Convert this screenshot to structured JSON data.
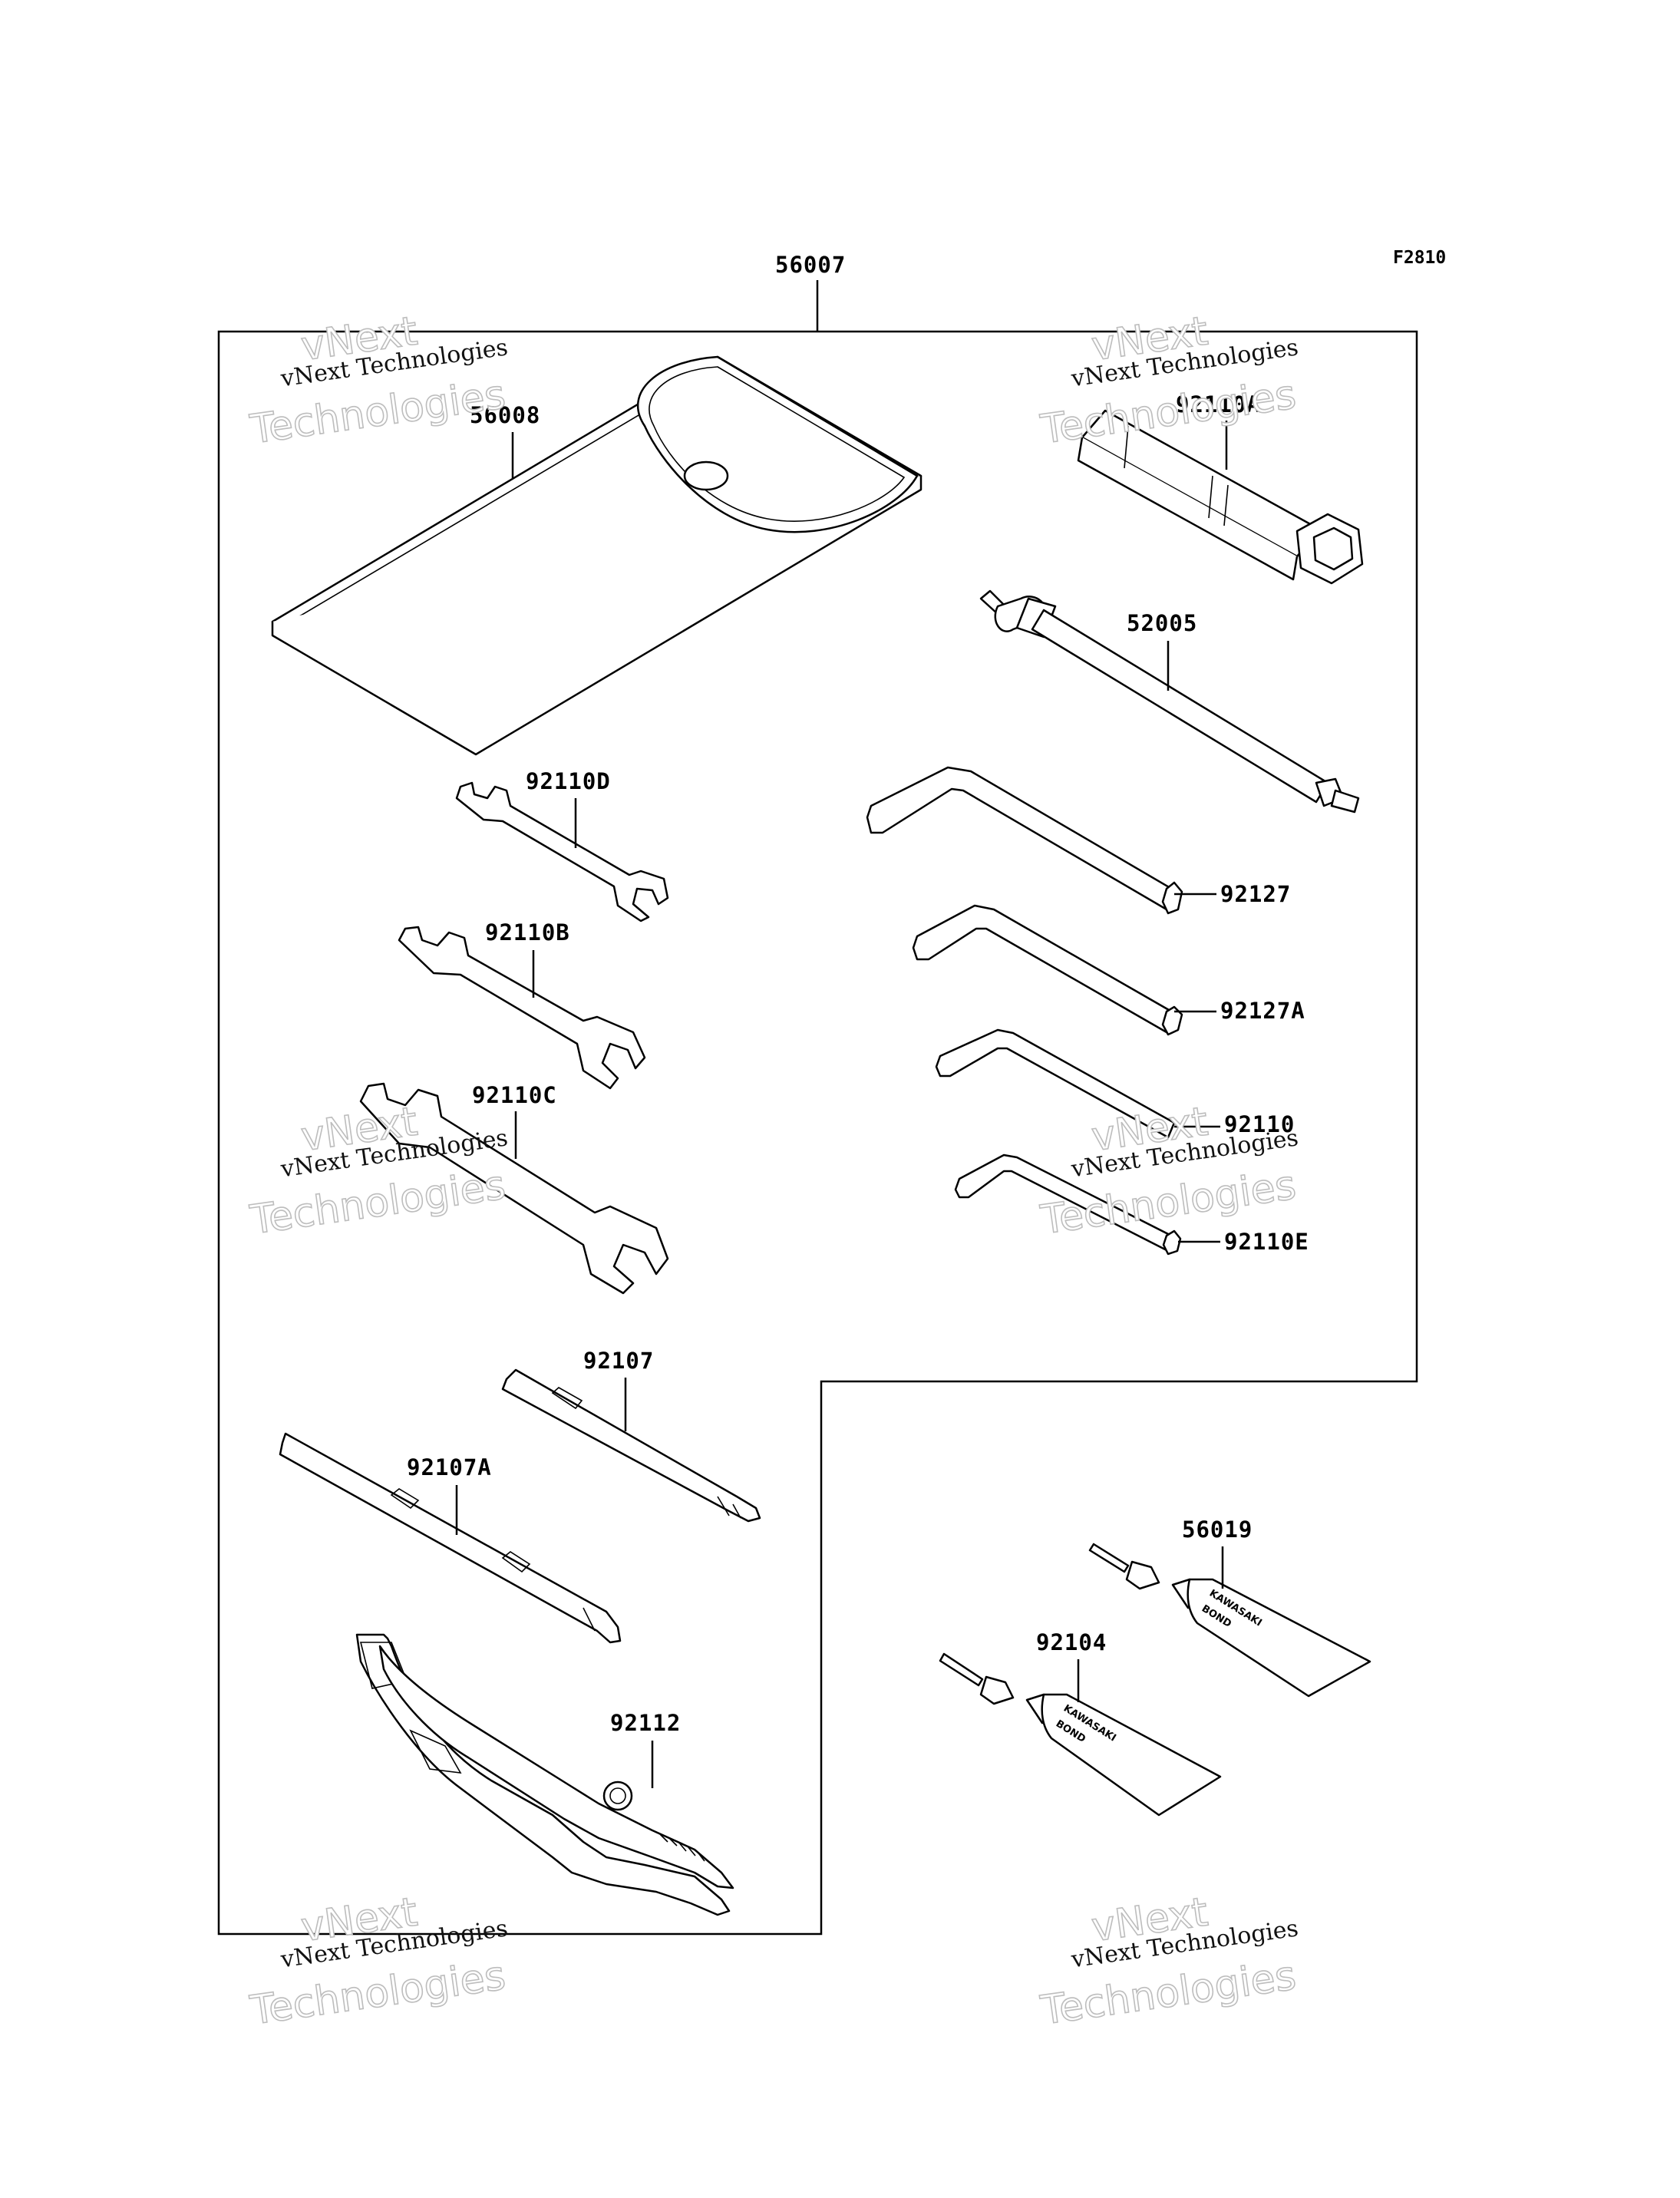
{
  "figure_id": "F2810",
  "assembly_label": "56007",
  "watermark": {
    "line1": "vNext",
    "line2": "vNext Technologies",
    "line3": "Technologies"
  },
  "parts": [
    {
      "id": "p-56008",
      "label": "56008",
      "name": "tool-bag"
    },
    {
      "id": "p-92110A",
      "label": "92110A",
      "name": "plug-wrench"
    },
    {
      "id": "p-52005",
      "label": "52005",
      "name": "screwdriver-extension"
    },
    {
      "id": "p-92110D",
      "label": "92110D",
      "name": "small-open-end-wrench"
    },
    {
      "id": "p-92110B",
      "label": "92110B",
      "name": "medium-open-end-wrench"
    },
    {
      "id": "p-92110C",
      "label": "92110C",
      "name": "large-open-end-wrench"
    },
    {
      "id": "p-92127",
      "label": "92127",
      "name": "large-hex-key"
    },
    {
      "id": "p-92127A",
      "label": "92127A",
      "name": "medium-hex-key"
    },
    {
      "id": "p-92110",
      "label": "92110",
      "name": "small-hex-key"
    },
    {
      "id": "p-92110E",
      "label": "92110E",
      "name": "smallest-hex-key"
    },
    {
      "id": "p-92107",
      "label": "92107",
      "name": "phillips-bit"
    },
    {
      "id": "p-92107A",
      "label": "92107A",
      "name": "screwdriver-bit"
    },
    {
      "id": "p-92112",
      "label": "92112",
      "name": "pliers"
    },
    {
      "id": "p-56019",
      "label": "56019",
      "name": "bond-tube-a"
    },
    {
      "id": "p-92104",
      "label": "92104",
      "name": "bond-tube-b"
    }
  ],
  "tube_text": {
    "brand": "KAWASAKI",
    "product": "BOND"
  }
}
